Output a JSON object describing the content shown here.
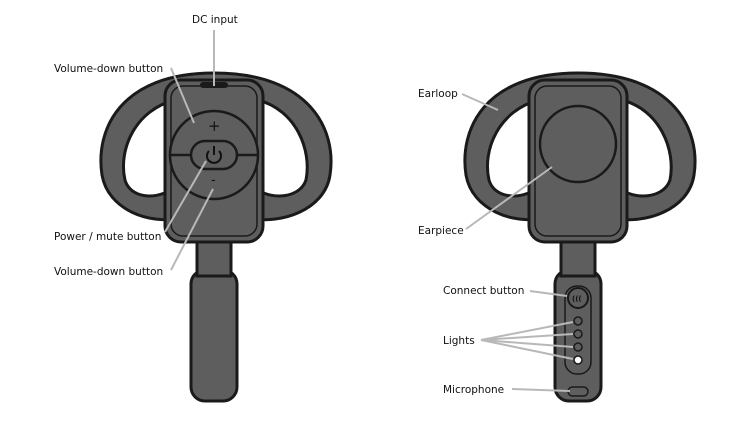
{
  "labels": {
    "dc_input": "DC input",
    "volume_top": "Volume-down button",
    "power_mute": "Power / mute button",
    "volume_bottom": "Volume-down button",
    "earloop": "Earloop",
    "earpiece": "Earpiece",
    "connect": "Connect button",
    "lights": "Lights",
    "microphone": "Microphone"
  },
  "colors": {
    "body": "#5e5e5e",
    "outline": "#1a1a1a",
    "leader": "#b8b8b8"
  }
}
